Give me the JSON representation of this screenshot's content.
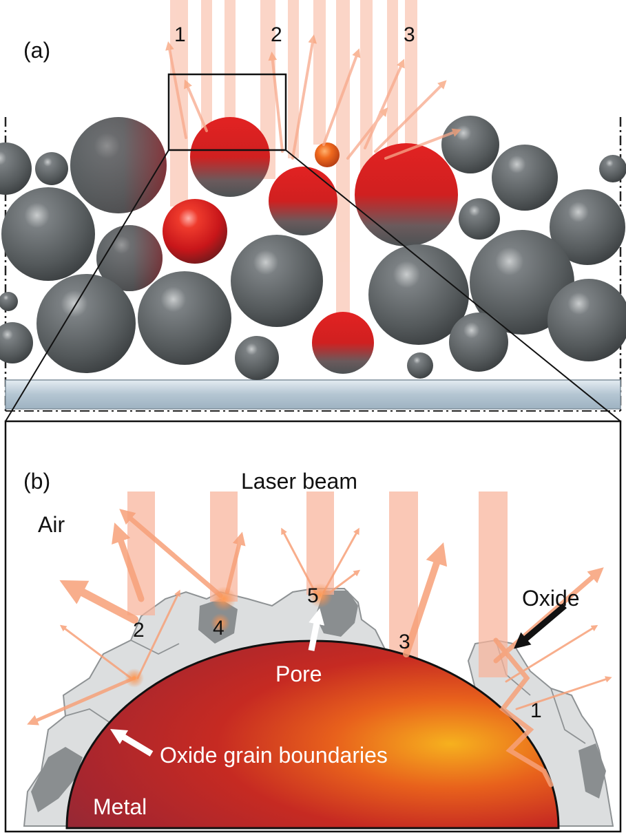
{
  "panel_a": {
    "label": "(a)",
    "beam_numbers": [
      "1",
      "2",
      "3"
    ]
  },
  "panel_b": {
    "label": "(b)",
    "laser_beam": "Laser beam",
    "air": "Air",
    "oxide": "Oxide",
    "pore": "Pore",
    "grain_boundaries": "Oxide grain boundaries",
    "metal": "Metal",
    "path_numbers": [
      "1",
      "2",
      "3",
      "4",
      "5"
    ]
  },
  "colors": {
    "beam": "#f6a98c",
    "metal_sphere": "#5f6466",
    "heated_sphere": "#d8201c",
    "substrate": "#b9cad6",
    "oxide": "#d9dbdc",
    "oxide_dark": "#8d9193",
    "metal_core": "#b8282b",
    "metal_hot": "#f3a81e"
  }
}
